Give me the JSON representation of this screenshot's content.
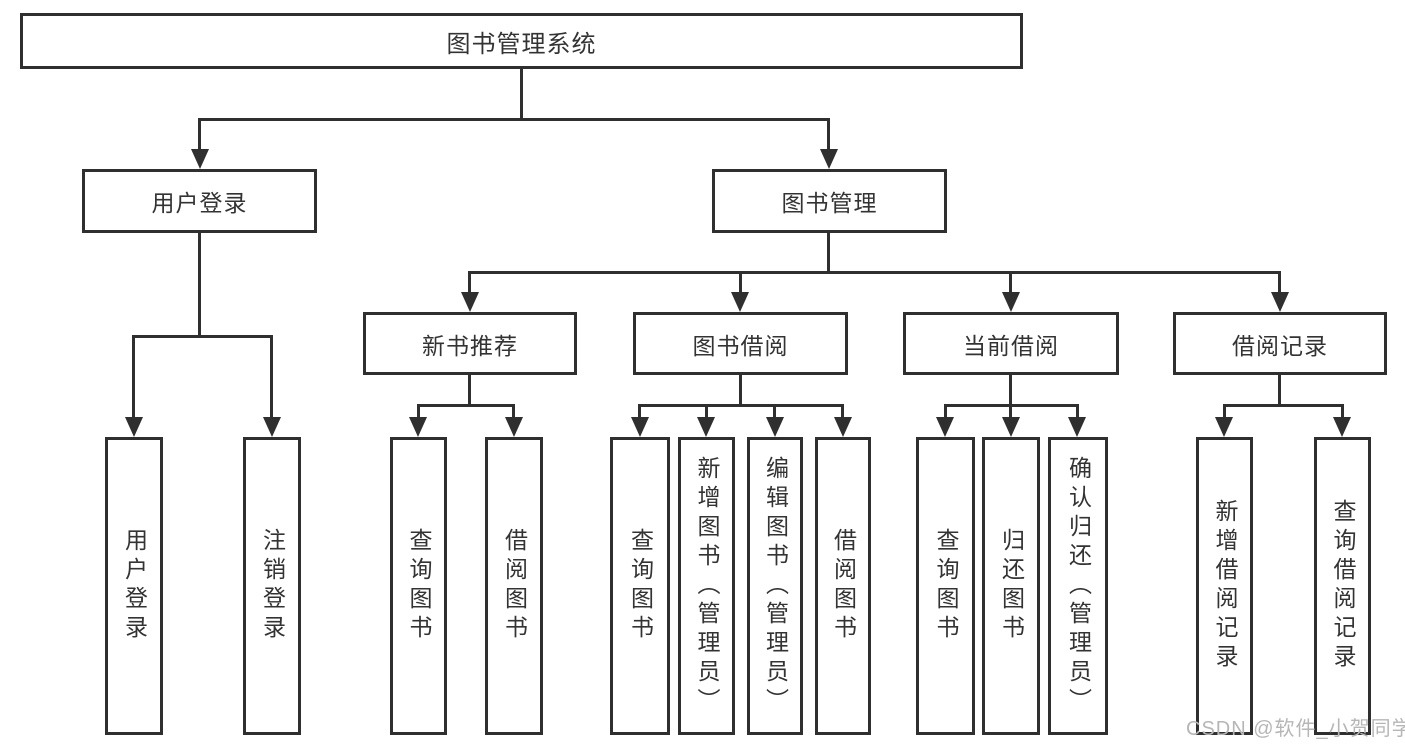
{
  "tree": {
    "root": {
      "label": "图书管理系统",
      "children": [
        {
          "label": "用户登录",
          "children": [
            {
              "label": "用户登录"
            },
            {
              "label": "注销登录"
            }
          ]
        },
        {
          "label": "图书管理",
          "children": [
            {
              "label": "新书推荐",
              "children": [
                {
                  "label": "查询图书"
                },
                {
                  "label": "借阅图书"
                }
              ]
            },
            {
              "label": "图书借阅",
              "children": [
                {
                  "label": "查询图书"
                },
                {
                  "label": "新增图书（管理员）"
                },
                {
                  "label": "编辑图书（管理员）"
                },
                {
                  "label": "借阅图书"
                }
              ]
            },
            {
              "label": "当前借阅",
              "children": [
                {
                  "label": "查询图书"
                },
                {
                  "label": "归还图书"
                },
                {
                  "label": "确认归还（管理员）"
                }
              ]
            },
            {
              "label": "借阅记录",
              "children": [
                {
                  "label": "新增借阅记录"
                },
                {
                  "label": "查询借阅记录"
                }
              ]
            }
          ]
        }
      ]
    }
  },
  "watermark": {
    "text": "CSDN @软件_小贺同学"
  },
  "colors": {
    "line": "#2f2f2f",
    "box_border": "#2f2f2f",
    "text": "#333333",
    "watermark": "#b6b6b6",
    "background": "#ffffff"
  }
}
